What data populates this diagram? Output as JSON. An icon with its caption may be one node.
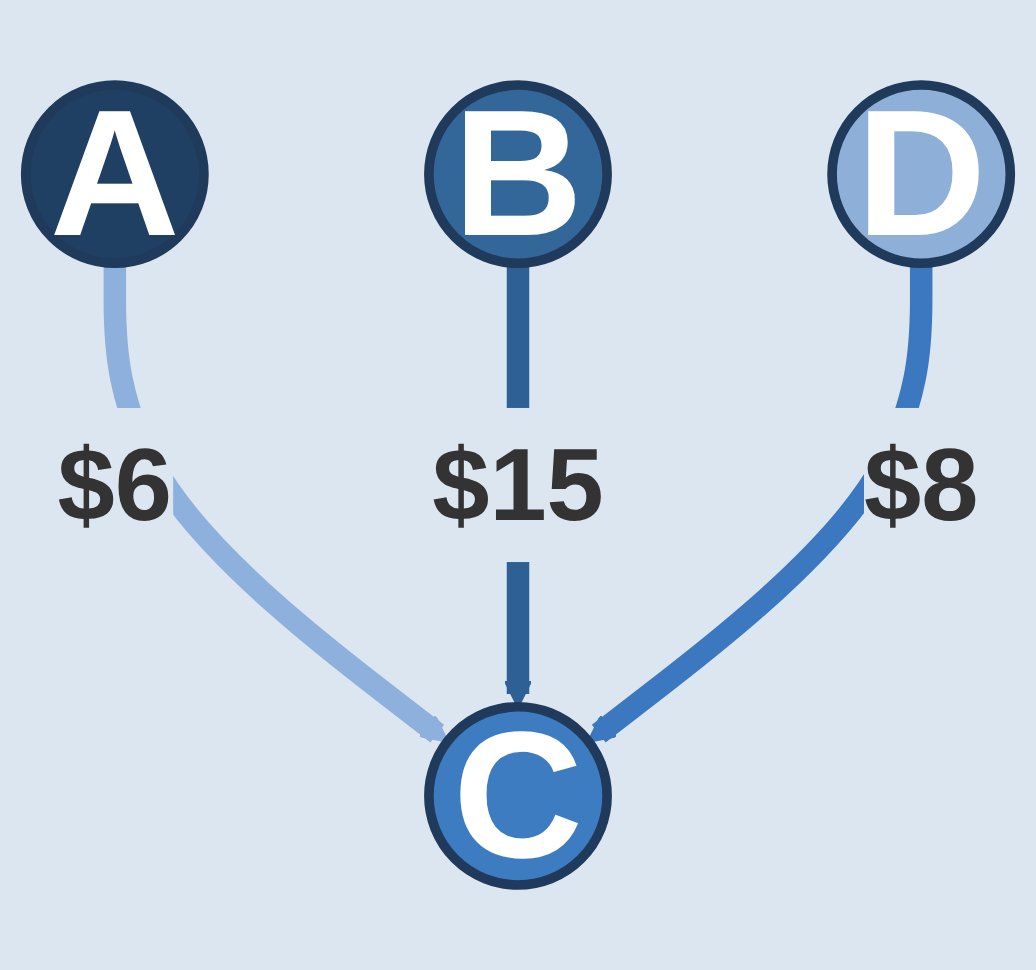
{
  "diagram": {
    "nodes": [
      {
        "text": [
          "A"
        ]
      },
      {
        "text": [
          "B"
        ]
      },
      {
        "text": [
          "C"
        ]
      },
      {
        "text": [
          "D"
        ]
      }
    ],
    "edges": [
      {
        "from": 0,
        "to": 2,
        "arrow": "to",
        "label": "$6",
        "color": "#8eb0dc"
      },
      {
        "from": 1,
        "to": 2,
        "arrow": "to",
        "label": "$15",
        "color": "#2e5f95"
      },
      {
        "from": 3,
        "to": 2,
        "arrow": "to",
        "label": "$8",
        "color": "#3b78bf"
      }
    ]
  }
}
